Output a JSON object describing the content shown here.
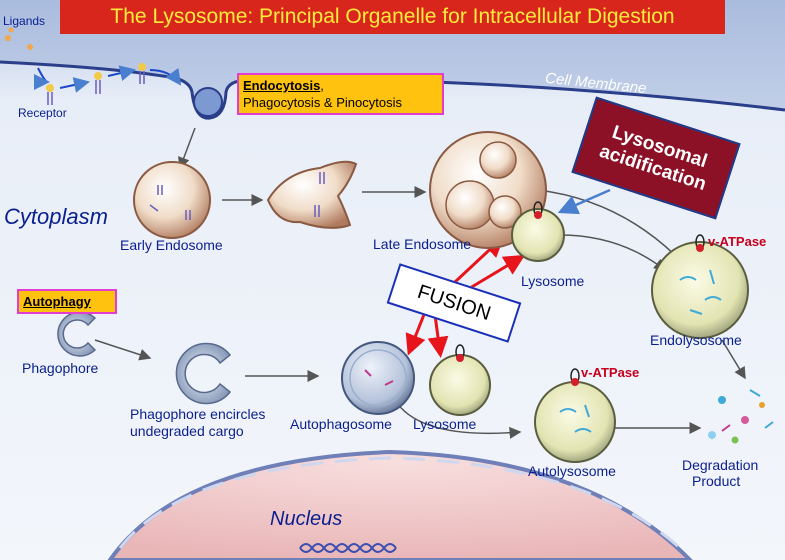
{
  "title": "The Lysosome: Principal Organelle for Intracellular Digestion",
  "labels": {
    "ligands": "Ligands",
    "receptor": "Receptor",
    "cell_membrane": "Cell Membrane",
    "cytoplasm": "Cytoplasm",
    "early_endosome": "Early Endosome",
    "late_endosome": "Late Endosome",
    "lysosome_top": "Lysosome",
    "endolysosome": "Endolysosome",
    "phagophore": "Phagophore",
    "phagophore_encircles_1": "Phagophore encircles",
    "phagophore_encircles_2": "undegraded cargo",
    "autophagosome": "Autophagosome",
    "lysosome_bottom": "Lysosome",
    "autolysosome": "Autolysosome",
    "degradation_1": "Degradation",
    "degradation_2": "Product",
    "nucleus": "Nucleus",
    "vatpase_1": "v-ATPase",
    "vatpase_2": "v-ATPase"
  },
  "endocytosis_box": {
    "line1_bold": "Endocytosis",
    "line1_rest": ",",
    "line2": "Phagocytosis & Pinocytosis"
  },
  "autophagy_box": "Autophagy",
  "acidification_box": {
    "line1": "Lysosomal",
    "line2": "acidification"
  },
  "fusion_box": "FUSION",
  "colors": {
    "title_bg": "#d9261c",
    "title_text": "#ffeb3b",
    "label_text": "#0a1f8f",
    "box_fill": "#ffc20e",
    "box_border": "#e23dd0",
    "acid_fill": "#8c1026",
    "fusion_arrow": "#e8141c",
    "vatpase_text": "#c8001e"
  }
}
